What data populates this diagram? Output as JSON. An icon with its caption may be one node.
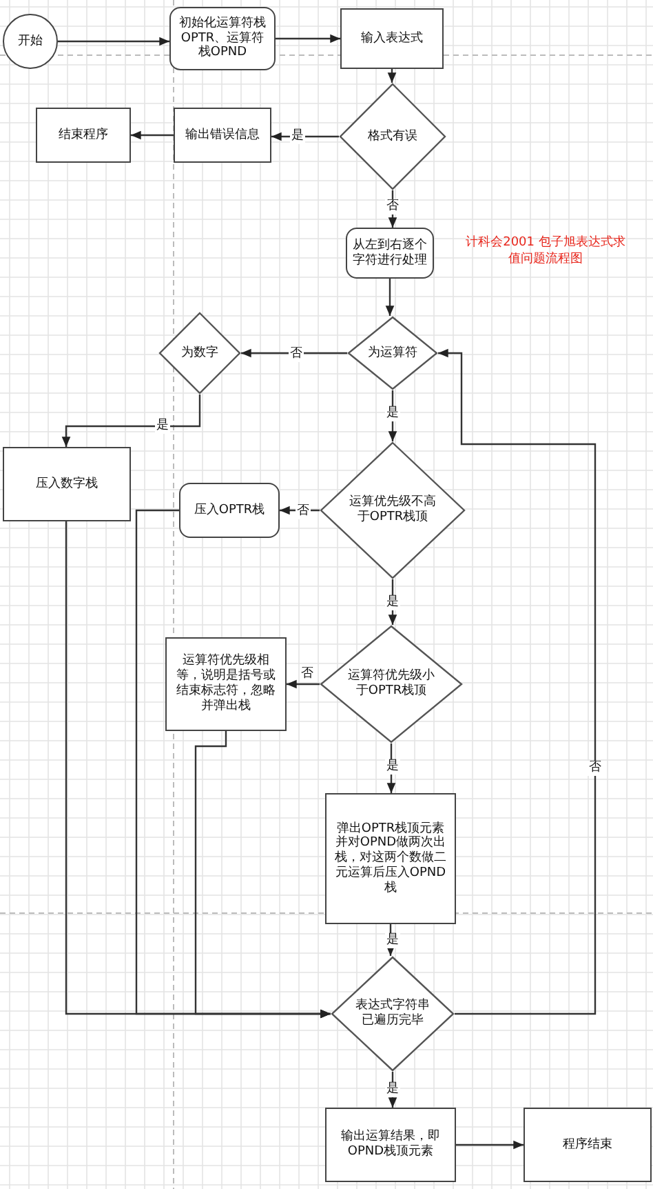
{
  "diagram": {
    "nodes": [
      {
        "text": [
          "开始"
        ]
      },
      {
        "text": [
          "初始化运算符栈OPTR、运算符栈OPND"
        ]
      },
      {
        "text": [
          "输入表达式"
        ]
      },
      {
        "text": [
          "格式有误"
        ]
      },
      {
        "text": [
          "输出错误信息"
        ]
      },
      {
        "text": [
          "结束程序"
        ]
      },
      {
        "text": [
          "从左到右逐个字符进行处理"
        ]
      },
      {
        "text": [
          "为运算符"
        ]
      },
      {
        "text": [
          "为数字"
        ]
      },
      {
        "text": [
          "压入数字栈"
        ]
      },
      {
        "text": [
          "运算优先级不高于OPTR栈顶"
        ]
      },
      {
        "text": [
          "压入OPTR栈"
        ]
      },
      {
        "text": [
          "运算符优先级小于OPTR栈顶"
        ]
      },
      {
        "text": [
          "运算符优先级相等，说明是括号或结束标志符，忽略并弹出栈"
        ]
      },
      {
        "text": [
          "弹出OPTR栈顶元素并对OPND做两次出栈，对这两个数做二元运算后压入OPND栈"
        ]
      },
      {
        "text": [
          "表达式字符串已遍历完毕"
        ]
      },
      {
        "text": [
          "输出运算结果，即OPND栈顶元素"
        ]
      },
      {
        "text": [
          "程序结束"
        ]
      }
    ],
    "edges": [
      {
        "from": 0,
        "to": 1,
        "arrow": "to"
      },
      {
        "from": 1,
        "to": 2,
        "arrow": "to"
      },
      {
        "from": 2,
        "to": 3,
        "arrow": "to"
      },
      {
        "from": 3,
        "to": 4,
        "arrow": "to",
        "label": "是"
      },
      {
        "from": 4,
        "to": 5,
        "arrow": "to"
      },
      {
        "from": 3,
        "to": 6,
        "arrow": "to",
        "label": "否"
      },
      {
        "from": 6,
        "to": 7,
        "arrow": "to"
      },
      {
        "from": 7,
        "to": 8,
        "arrow": "to",
        "label": "否"
      },
      {
        "from": 8,
        "to": 9,
        "arrow": "to",
        "label": "是"
      },
      {
        "from": 7,
        "to": 10,
        "arrow": "to",
        "label": "是"
      },
      {
        "from": 10,
        "to": 11,
        "arrow": "to",
        "label": "否"
      },
      {
        "from": 10,
        "to": 12,
        "arrow": "to",
        "label": "是"
      },
      {
        "from": 12,
        "to": 13,
        "arrow": "to",
        "label": "否"
      },
      {
        "from": 12,
        "to": 14,
        "arrow": "to",
        "label": "是"
      },
      {
        "from": 14,
        "to": 15,
        "arrow": "to",
        "label": "是"
      },
      {
        "from": 15,
        "to": 16,
        "arrow": "to",
        "label": "是"
      },
      {
        "from": 16,
        "to": 17,
        "arrow": "to"
      },
      {
        "from": 9,
        "to": 15,
        "arrow": "to"
      },
      {
        "from": 11,
        "to": 15,
        "arrow": "to"
      },
      {
        "from": 13,
        "to": 15,
        "arrow": "to"
      },
      {
        "from": 15,
        "to": 7,
        "arrow": "to",
        "label": "否"
      }
    ],
    "labels": [
      "计科会2001 包子旭表达式求值问题流程图"
    ]
  }
}
